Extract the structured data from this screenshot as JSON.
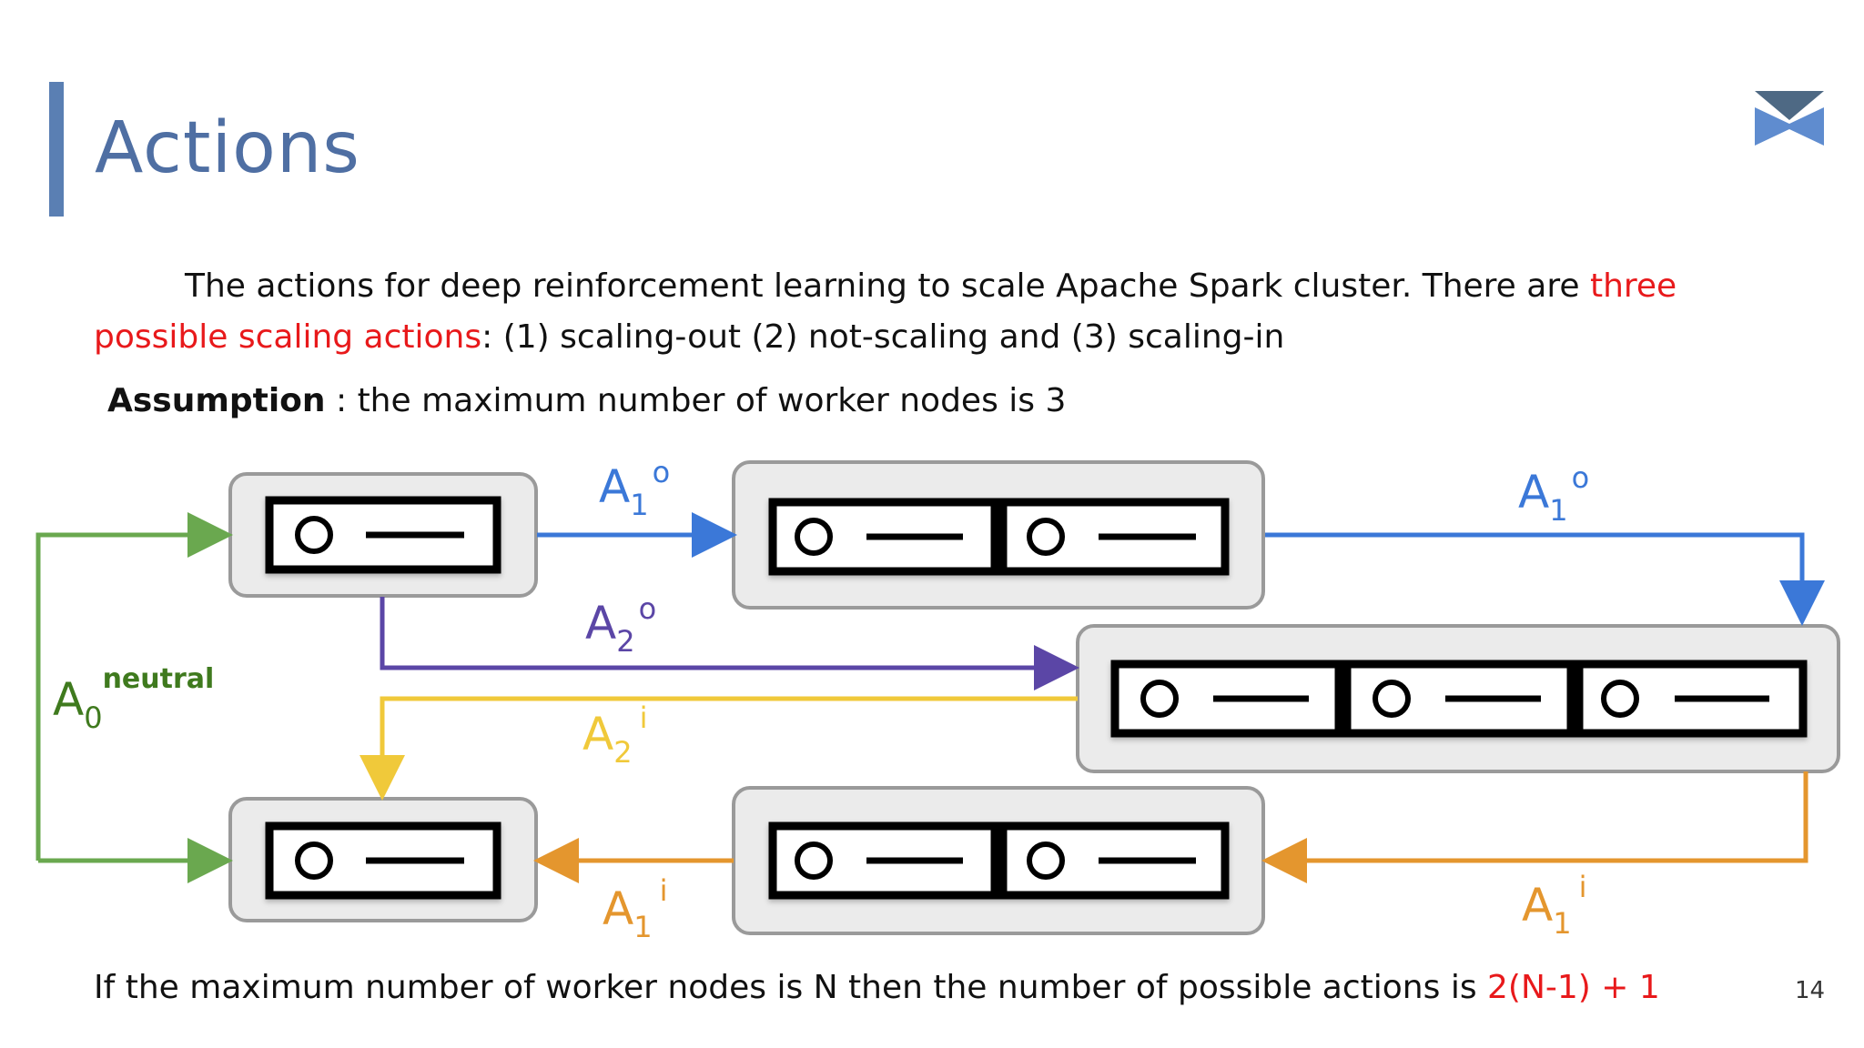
{
  "slide": {
    "title": "Actions",
    "page_number": "14"
  },
  "intro": {
    "part1": "The actions for deep reinforcement learning to scale Apache Spark cluster. There are ",
    "highlight": "three possible scaling actions",
    "part2": ": (1) scaling-out (2) not-scaling and (3) scaling-in"
  },
  "assumption": {
    "label": "Assumption",
    "text": " : the maximum number of worker nodes is 3"
  },
  "footer": {
    "text": "If the maximum number of worker nodes is N then the number of possible actions is ",
    "formula": "2(N-1) + 1"
  },
  "diagram": {
    "labels": {
      "a1o_left": {
        "base": "A",
        "sub": "1",
        "sup": "o"
      },
      "a1o_right": {
        "base": "A",
        "sub": "1",
        "sup": "o"
      },
      "a2o": {
        "base": "A",
        "sub": "2",
        "sup": "o"
      },
      "a2i": {
        "base": "A",
        "sub": "2",
        "sup": "i"
      },
      "a0": {
        "base": "A",
        "sub": "0",
        "sup": "neutral"
      },
      "a1i_left": {
        "base": "A",
        "sub": "1",
        "sup": "i"
      },
      "a1i_right": {
        "base": "A",
        "sub": "1",
        "sup": "i"
      }
    },
    "colors": {
      "scale_out_1": "#3b78d8",
      "scale_out_2": "#5b46a6",
      "scale_in_2": "#f0c93a",
      "scale_in_1": "#e4962e",
      "neutral": "#6aa84f",
      "neutral_text": "#3f7a1e",
      "title": "#4f6fa3",
      "highlight": "#e8191b"
    }
  }
}
